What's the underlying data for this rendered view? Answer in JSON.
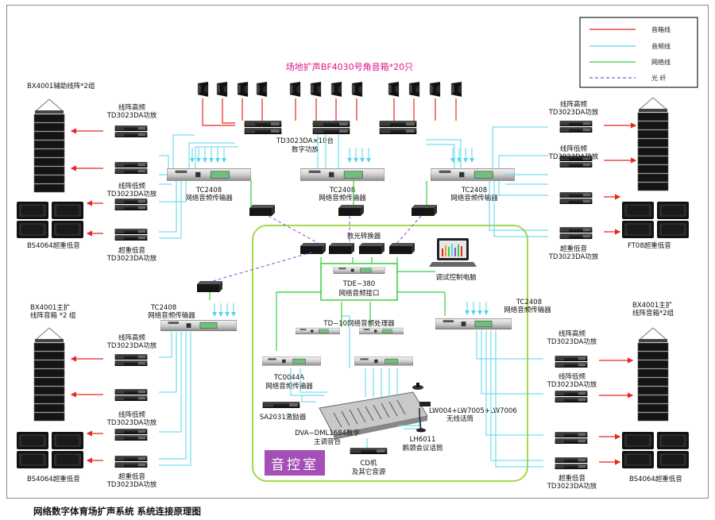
{
  "caption": "网络数字体育场扩声系统    系统连接原理图",
  "control_room": "音控室",
  "top_title": "场地扩声BF4030号角音箱*20只",
  "legend": [
    {
      "label": "音箱线",
      "color": "#e8271e",
      "style": "solid"
    },
    {
      "label": "音频线",
      "color": "#55d6ec",
      "style": "solid"
    },
    {
      "label": "网络线",
      "color": "#37cf3f",
      "style": "solid"
    },
    {
      "label": "光  纤",
      "color": "#8f4fd6",
      "style": "dashed"
    }
  ],
  "colors": {
    "speaker_line": "#e8271e",
    "audio_line": "#55d6ec",
    "network_line": "#37cf3f",
    "fiber_line": "#8f4fd6",
    "room_border": "#a5d84a",
    "title": "#e0158a"
  },
  "labels": {
    "bx4001_aux_left": "BX4001辅助线阵*2组",
    "ft08_right": "FT08超重低音",
    "bs4064_ul": "BS4064超重低音",
    "bs4064_ll": "BS4064超重低音",
    "bs4064_lr": "BS4064超重低音",
    "bx4001_main_left_1": "BX4001主扩",
    "bx4001_main_left_2": "线阵音箱 *2 组",
    "bx4001_main_right_1": "BX4001主扩",
    "bx4001_main_right_2": "线阵音箱*2组",
    "amp_l1_a": "线阵高频",
    "amp_l1_b": "TD3023DA功放",
    "amp_l2_a": "线阵低频",
    "amp_l2_b": "TD3023DA功放",
    "amp_l3_a": "超重低音",
    "amp_l3_b": "TD3023DA功放",
    "amp_r1_a": "线阵高频",
    "amp_r1_b": "TD3023DA功放",
    "amp_r2_a": "线阵低频",
    "amp_r2_b": "TD3023DA功放",
    "amp_r3_a": "超重低音",
    "amp_r3_b": "TD3023DA功放",
    "amp_l4_a": "线阵高频",
    "amp_l4_b": "TD3023DA功放",
    "amp_l5_a": "线阵低频",
    "amp_l5_b": "TD3023DA功放",
    "amp_l6_a": "超重低音",
    "amp_l6_b": "TD3023DA功放",
    "amp_r4_a": "线阵高频",
    "amp_r4_b": "TD3023DA功放",
    "amp_r5_a": "线阵低频",
    "amp_r5_b": "TD3023DA功放",
    "amp_r6_a": "超重低音",
    "amp_r6_b": "TD3023DA功放",
    "digital_amp_a": "TD3023DA×10台",
    "digital_amp_b": "数字功放",
    "tc2408_a": "TC2408",
    "tc2408_a2": "网络音频传输器",
    "tc2408_b": "TC2408",
    "tc2408_b2": "网络音频传输器",
    "tc2408_c": "TC2408",
    "tc2408_c2": "网络音频传输器",
    "tc2408_d": "TC2408",
    "tc2408_d2": "网络音频传输器",
    "tc2408_e": "TC2408",
    "tc2408_e2": "网络音频传输器",
    "converter": "数光转换器",
    "tde380_a": "TDE−380",
    "tde380_b": "网络音频接口",
    "pc": "调试控制电脑",
    "td10": "TD−10网络音频处理器",
    "tc0044a_a": "TC0044A",
    "tc0044a_b": "网络音频传输器",
    "sa2031": "SA2031激励器",
    "dva": "DVA−DML1684数字",
    "dva_b": "主调音台",
    "mic_wireless_a": "LW004+LW7005+LW7006",
    "mic_wireless_b": "无线话筒",
    "lh6011_a": "LH6011",
    "lh6011_b": "鹅颈会议话筒",
    "cd_a": "CD机",
    "cd_b": "及其它音源"
  }
}
